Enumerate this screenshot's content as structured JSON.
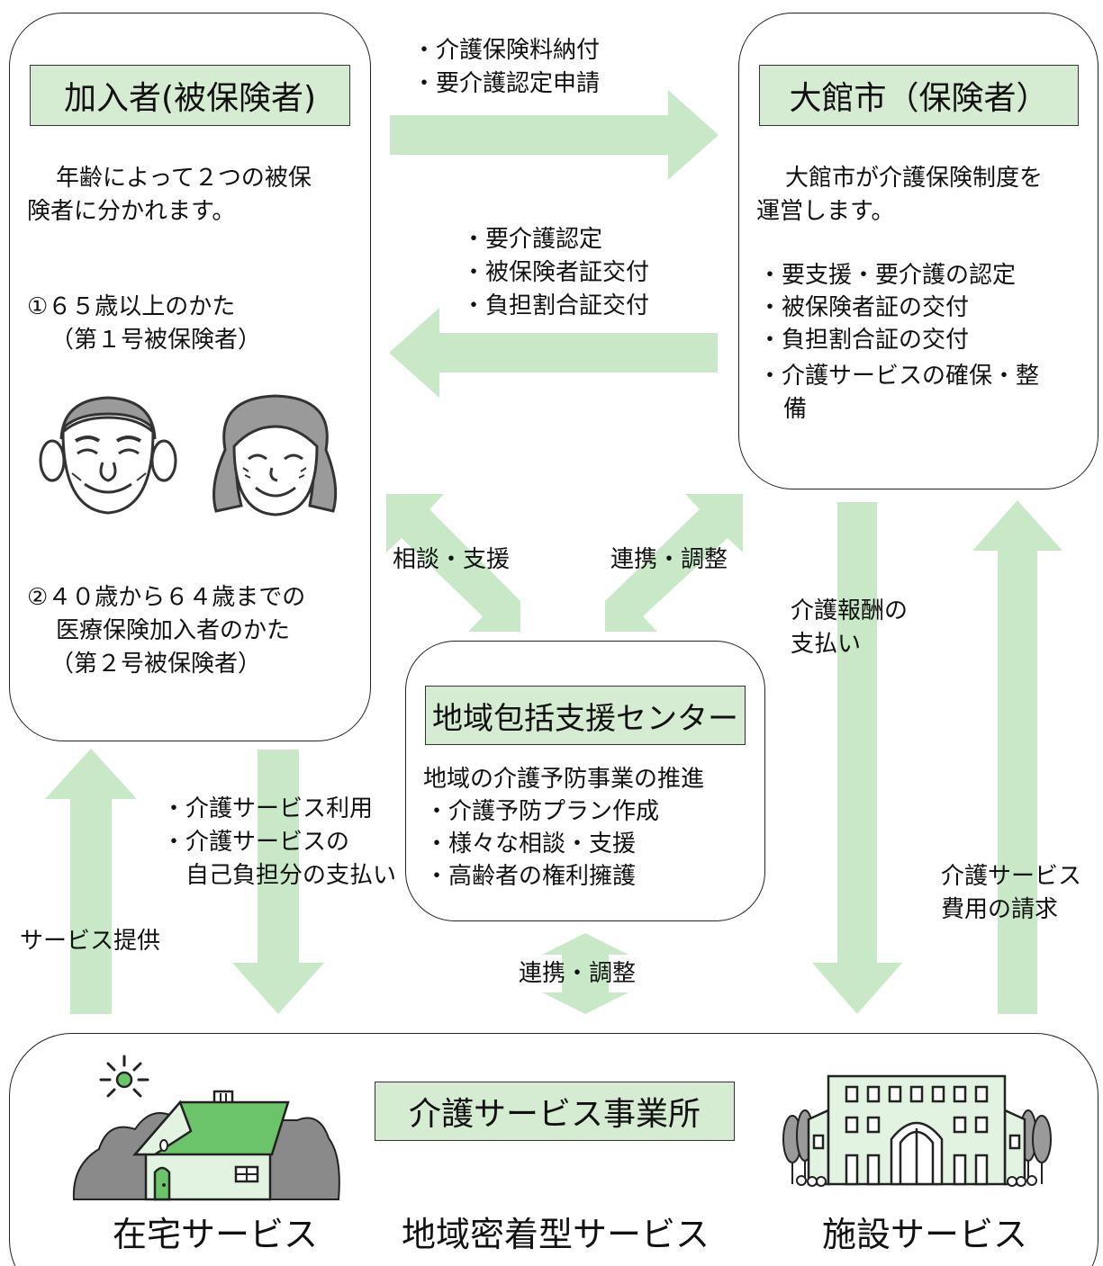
{
  "colors": {
    "arrow": "#c9e8c8",
    "label_bg": "#d6ecd2",
    "roof": "#6cc46a",
    "building": "#e3f3e1"
  },
  "subscriber": {
    "title": "加入者(被保険者)",
    "desc_1": "年齢によって２つの被保",
    "desc_2": "険者に分かれます。",
    "group1_line1": "①６５歳以上のかた",
    "group1_line2": "（第１号被保険者）",
    "group2_line1": "②４０歳から６４歳までの",
    "group2_line2": "医療保険加入者のかた",
    "group2_line3": "（第２号被保険者）"
  },
  "insurer": {
    "title": "大館市（保険者）",
    "desc_1": "大館市が介護保険制度を",
    "desc_2": "運営します。",
    "roles": [
      "・要支援・要介護の認定",
      "・被保険者証の交付",
      "・負担割合証の交付",
      "・介護サービスの確保・整",
      "備"
    ]
  },
  "center": {
    "title": "地域包括支援センター",
    "lines": [
      "地域の介護予防事業の推進",
      "・介護予防プラン作成",
      "・様々な相談・支援",
      "・高齢者の権利擁護"
    ]
  },
  "provider": {
    "title": "介護サービス事業所",
    "home_service": "在宅サービス",
    "community_service": "地域密着型サービス",
    "facility_service": "施設サービス"
  },
  "flows": {
    "to_insurer": [
      "・介護保険料納付",
      "・要介護認定申請"
    ],
    "to_subscriber": [
      "・要介護認定",
      "・被保険者証交付",
      "・負担割合証交付"
    ],
    "consult": "相談・支援",
    "coord_insurer": "連携・調整",
    "coord_provider": "連携・調整",
    "reward_1": "介護報酬の",
    "reward_2": "支払い",
    "claim_1": "介護サービス",
    "claim_2": "費用の請求",
    "usage": [
      "・介護サービス利用",
      "・介護サービスの",
      "　自己負担分の支払い"
    ],
    "service_provided": "サービス提供"
  }
}
